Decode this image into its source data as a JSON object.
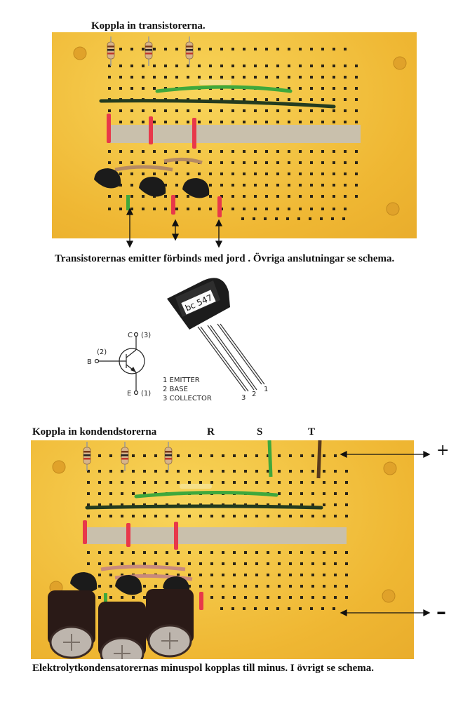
{
  "top": {
    "heading": "Koppla in transistorerna.",
    "caption": "Transistorernas emitter förbinds med jord . Övriga anslutningar se schema."
  },
  "transistor": {
    "package_label": "bc 547",
    "pins": [
      "1",
      "2",
      "3"
    ],
    "symbol": {
      "c_label": "C",
      "c_num": "(3)",
      "b_label": "B",
      "b_num": "(2)",
      "e_label": "E",
      "e_num": "(1)"
    },
    "legend": [
      "1   EMITTER",
      "2   BASE",
      "3   COLLECTOR"
    ]
  },
  "bottom": {
    "heading": "Koppla in kondendstorerna",
    "labels": [
      "R",
      "S",
      "T"
    ],
    "plus": "+",
    "minus": "–",
    "caption": "Elektrolytkondensatorernas minuspol kopplas till minus.  I övrigt se schema."
  },
  "colors": {
    "board": "#f2c33e",
    "hole": "#2b2516",
    "green_wire": "#3fa83c",
    "dark_wire": "#233b1f",
    "red_sleeve": "#e8384a",
    "brown_wire": "#5a3a1c"
  }
}
